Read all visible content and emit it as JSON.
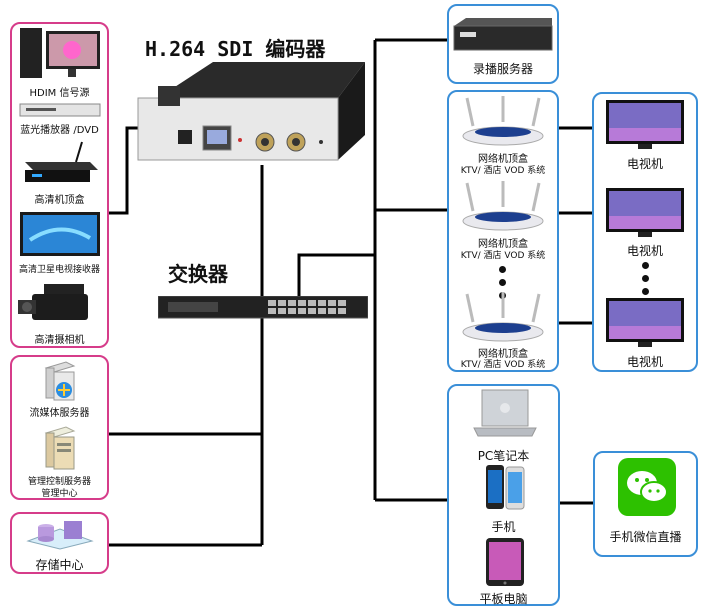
{
  "title": "H.264 SDI 编码器",
  "switch_title": "交换器",
  "sources": {
    "hdmi": "HDIM 信号源",
    "bluray": "蓝光播放器 /DVD",
    "stb": "高清机顶盒",
    "satellite": "高清卫星电视接收器",
    "camera": "高清摄相机"
  },
  "servers": {
    "streaming": "流媒体服务器",
    "control_line1": "管理控制服务器",
    "control_line2": "管理中心"
  },
  "storage": "存储中心",
  "recorder": "录播服务器",
  "stb_group": {
    "line1": "网络机顶盒",
    "line2": "KTV/ 酒店 VOD 系统"
  },
  "tv": "电视机",
  "clients": {
    "pc": "PC笔记本",
    "phone": "手机",
    "tablet": "平板电脑"
  },
  "wechat": "手机微信直播",
  "colors": {
    "frame_pink": "#d63c8a",
    "frame_blue": "#3a8fd8",
    "wechat_green": "#2dc100",
    "line": "#000000"
  }
}
